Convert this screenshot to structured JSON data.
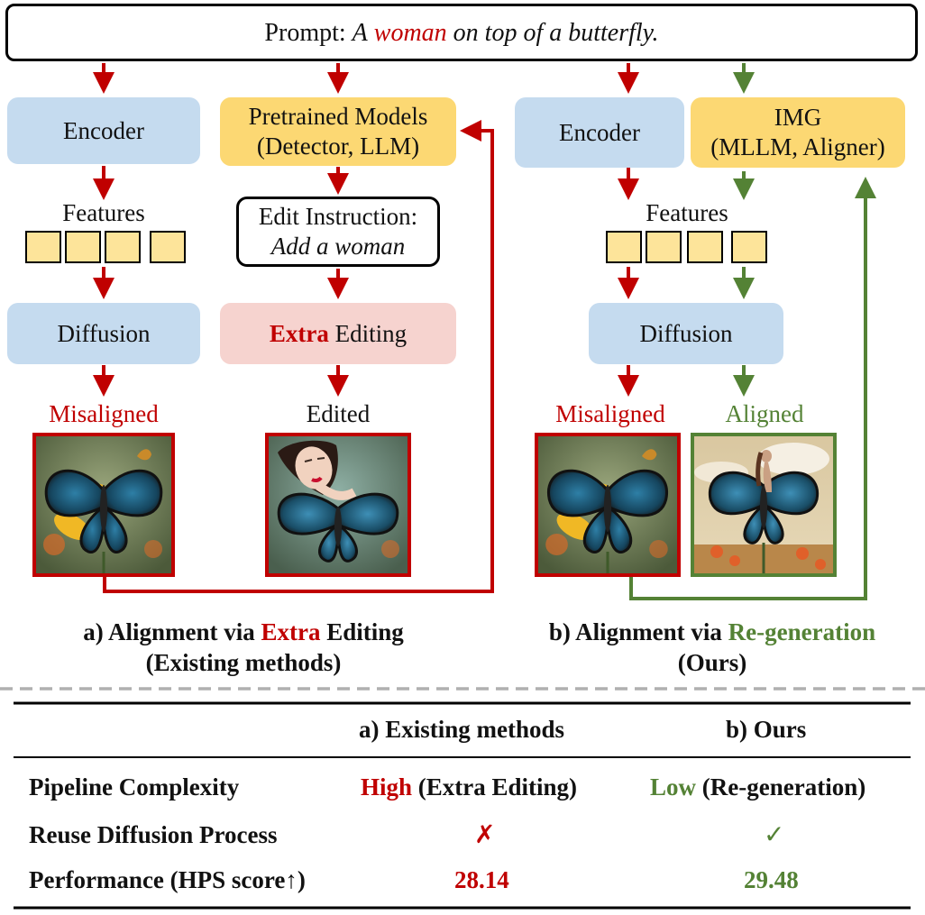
{
  "prompt": {
    "label": "Prompt:",
    "text_a": "A",
    "highlight": "woman",
    "text_b": "on top of a butterfly."
  },
  "left": {
    "encoder": "Encoder",
    "features": "Features",
    "diffusion": "Diffusion",
    "misaligned": "Misaligned",
    "pretrained_line1": "Pretrained Models",
    "pretrained_line2": "(Detector, LLM)",
    "edit_line1": "Edit Instruction:",
    "edit_line2": "Add a woman",
    "extra_word": "Extra",
    "editing_word": "Editing",
    "edited": "Edited"
  },
  "right": {
    "encoder": "Encoder",
    "features": "Features",
    "diffusion": "Diffusion",
    "misaligned": "Misaligned",
    "aligned": "Aligned",
    "img_line1": "IMG",
    "img_line2": "(MLLM, Aligner)"
  },
  "captions": {
    "a_prefix": "a) Alignment via",
    "a_highlight": "Extra",
    "a_suffix": "Editing",
    "a_line2": "(Existing methods)",
    "b_prefix": "b) Alignment via",
    "b_highlight": "Re-generation",
    "b_line2": "(Ours)"
  },
  "table": {
    "col_a": "a) Existing methods",
    "col_b": "b) Ours",
    "rows": [
      {
        "label": "Pipeline Complexity",
        "a_hl": "High",
        "a_rest": "(Extra Editing)",
        "b_hl": "Low",
        "b_rest": "(Re-generation)"
      },
      {
        "label": "Reuse Diffusion Process",
        "a": "✗",
        "b": "✓"
      },
      {
        "label": "Performance (HPS score↑)",
        "a": "28.14",
        "b": "29.48"
      }
    ]
  },
  "colors": {
    "red": "#c00000",
    "green": "#548235",
    "blue_box": "#c5dbef",
    "yellow_box": "#fcd873",
    "pink_box": "#f6d3cf"
  },
  "icons": [
    "butterfly-flower-image",
    "woman-butterfly-edited-image",
    "woman-on-butterfly-image",
    "cross-icon",
    "check-icon"
  ]
}
